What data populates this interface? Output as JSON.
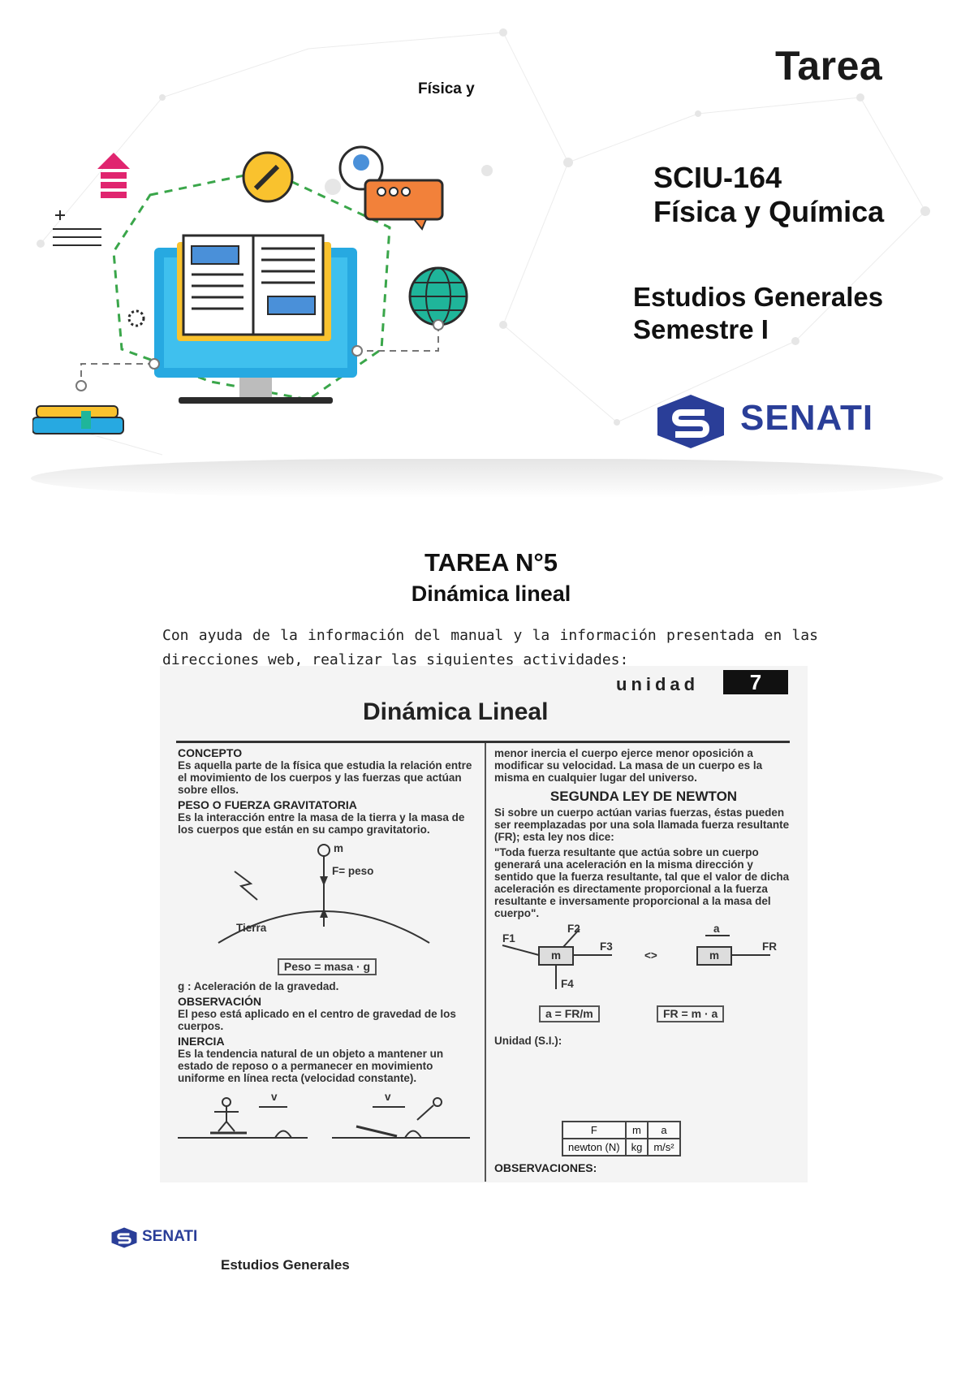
{
  "header": {
    "small_title": "Física y",
    "tarea_label": "Tarea",
    "course_code": "SCIU-164",
    "course_name": "Física y Química",
    "program": "Estudios Generales",
    "semester": "Semestre I",
    "logo_text": "SENATI"
  },
  "task": {
    "title": "TAREA N°5",
    "subtitle": "Dinámica lineal",
    "instructions": "Con ayuda de la información del manual y la información presentada en las direcciones web, realizar las siguientes actividades:"
  },
  "scan": {
    "unidad_label": "unidad",
    "unidad_number": "7",
    "title": "Dinámica Lineal",
    "left": {
      "concepto_h": "CONCEPTO",
      "concepto_t": "Es aquella parte de la física que estudia la relación entre el movimiento de los cuerpos y las fuerzas que actúan sobre ellos.",
      "peso_h": "PESO O FUERZA GRAVITATORIA",
      "peso_t": "Es la interacción entre la masa de la tierra y la masa de los cuerpos que están en su campo gravitatorio.",
      "label_m": "m",
      "label_f": "F= peso",
      "label_tierra": "Tierra",
      "formula_peso": "Peso = masa · g",
      "g_def": "g : Aceleración de la gravedad.",
      "obs_h": "OBSERVACIÓN",
      "obs_t": "El peso está aplicado en el centro de gravedad de los cuerpos.",
      "inercia_h": "INERCIA",
      "inercia_t": "Es la tendencia natural de un objeto a mantener un estado de reposo o a permanecer en movimiento uniforme en línea recta (velocidad constante).",
      "v_label": "v"
    },
    "right": {
      "intro": "menor inercia el cuerpo ejerce menor oposición a modificar su velocidad. La masa de un cuerpo es la misma en cualquier lugar del universo.",
      "ley_h": "SEGUNDA LEY DE NEWTON",
      "ley_t": "Si sobre un cuerpo actúan varias fuerzas, éstas pueden ser reemplazadas por una sola llamada fuerza resultante (FR); esta ley nos dice:",
      "quote": "\"Toda fuerza resultante que actúa sobre un cuerpo generará una aceleración en la misma dirección y sentido que la fuerza resultante, tal que el valor de dicha aceleración es directamente proporcional a la fuerza resultante e inversamente proporcional a la masa del cuerpo\".",
      "f1": "F1",
      "f2": "F2",
      "f3": "F3",
      "f4": "F4",
      "fr": "FR",
      "a": "a",
      "m": "m",
      "equiv": "<>",
      "formula_a": "a = FR/m",
      "formula_f": "FR = m · a",
      "unidad_si": "Unidad (S.I.):",
      "table_header": [
        "F",
        "m",
        "a"
      ],
      "table_row": [
        "newton (N)",
        "kg",
        "m/s²"
      ],
      "observaciones": "OBSERVACIONES:"
    }
  },
  "footer": {
    "logo_text": "SENATI",
    "text": "Estudios Generales"
  },
  "colors": {
    "senati_blue": "#2a3e98",
    "monitor_blue": "#27a9e1",
    "dashed_green": "#3aa64a",
    "pink": "#e0256f",
    "orange": "#f2813a",
    "yellow": "#f9c22e",
    "teal": "#1fb59a"
  }
}
